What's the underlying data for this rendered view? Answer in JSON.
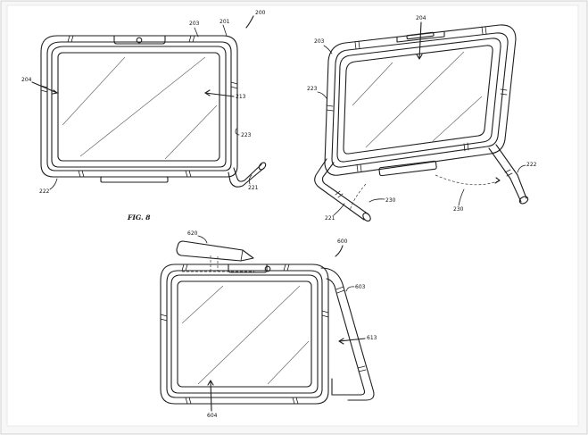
{
  "figure": {
    "caption": "FIG. 8"
  },
  "labels": {
    "l200": "200",
    "l203a": "203",
    "l201": "201",
    "l204a": "204",
    "l213": "213",
    "l223a": "223",
    "l222a": "222",
    "l221a": "221",
    "l204b": "204",
    "l203b": "203",
    "l223b": "223",
    "l222b": "222",
    "l221b": "221",
    "l230a": "230",
    "l230b": "230",
    "l620": "620",
    "l600": "600",
    "l603": "603",
    "l613": "613",
    "l604": "604"
  },
  "colors": {
    "frame": "#f7f7f7",
    "border": "#d0d0d0",
    "ink": "#1e1e1e"
  }
}
